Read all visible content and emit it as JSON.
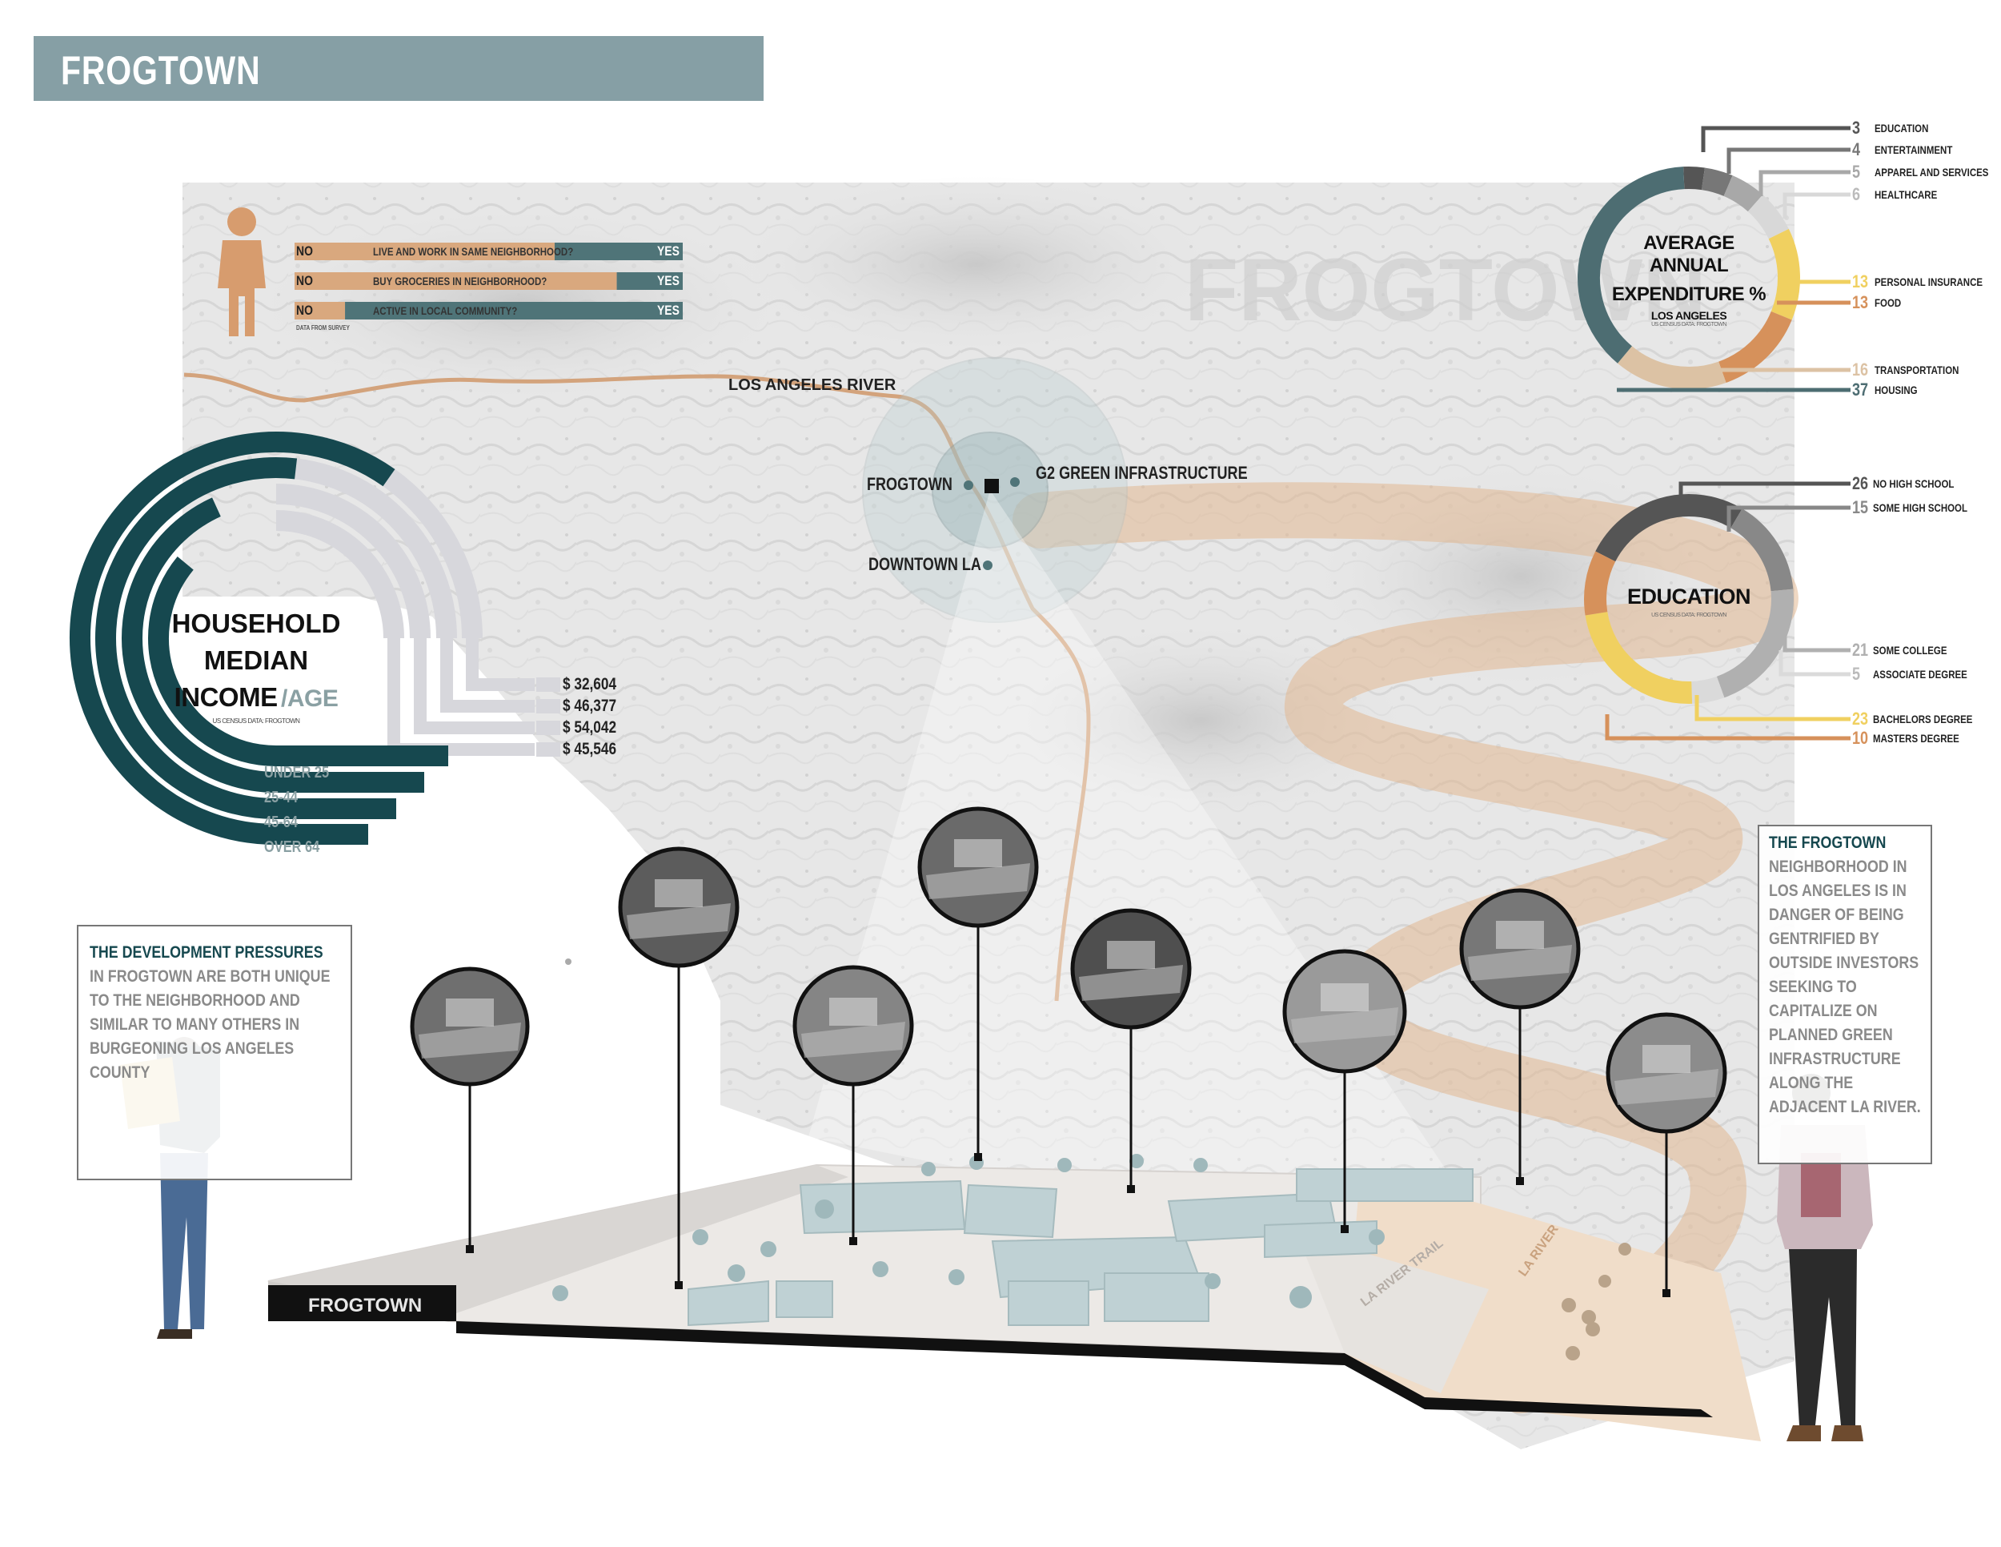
{
  "title": "FROGTOWN",
  "survey": {
    "rows": [
      {
        "no": "NO",
        "question": "LIVE AND WORK IN SAME NEIGHBORHOOD?",
        "yes": "YES",
        "no_fraction": 0.67
      },
      {
        "no": "NO",
        "question": "BUY GROCERIES IN NEIGHBORHOOD?",
        "yes": "YES",
        "no_fraction": 0.83
      },
      {
        "no": "NO",
        "question": "ACTIVE IN LOCAL COMMUNITY?",
        "yes": "YES",
        "no_fraction": 0.13
      }
    ],
    "source": "DATA FROM SURVEY",
    "colors": {
      "no": "#d9a87e",
      "yes": "#4f7478"
    }
  },
  "map": {
    "river_label": "LOS ANGELES RIVER",
    "watermark": "FROGTOWN",
    "points": {
      "frogtown": "FROGTOWN",
      "g2": "G2 GREEN INFRASTRUCTURE",
      "downtown": "DOWNTOWN LA"
    }
  },
  "income": {
    "title_line1": "HOUSEHOLD",
    "title_line2": "MEDIAN",
    "title_line3": "INCOME",
    "title_suffix": "/AGE",
    "source": "US CENSUS DATA: FROGTOWN",
    "ages": [
      "UNDER 25",
      "25-44",
      "45-64",
      "OVER 64"
    ],
    "values": [
      "$ 32,604",
      "$ 46,377",
      "$ 54,042",
      "$ 45,546"
    ],
    "color": "#16484f"
  },
  "expenditure": {
    "title_line1": "AVERAGE ANNUAL",
    "title_line2": "EXPENDITURE %",
    "subtitle": "LOS ANGELES",
    "source": "US CENSUS DATA: FROGTOWN",
    "items": [
      {
        "value": "3",
        "label": "EDUCATION",
        "color": "#555555"
      },
      {
        "value": "4",
        "label": "ENTERTAINMENT",
        "color": "#777777"
      },
      {
        "value": "5",
        "label": "APPAREL AND SERVICES",
        "color": "#a8a8a8"
      },
      {
        "value": "6",
        "label": "HEALTHCARE",
        "color": "#d8d8d8"
      },
      {
        "value": "13",
        "label": "PERSONAL INSURANCE",
        "color": "#f0d060"
      },
      {
        "value": "13",
        "label": "FOOD",
        "color": "#d6915b"
      },
      {
        "value": "16",
        "label": "TRANSPORTATION",
        "color": "#dcc2a4"
      },
      {
        "value": "37",
        "label": "HOUSING",
        "color": "#4d6d72"
      }
    ]
  },
  "education": {
    "title": "EDUCATION",
    "source": "US CENSUS DATA: FROGTOWN",
    "items": [
      {
        "value": "26",
        "label": "NO HIGH SCHOOL",
        "color": "#555555"
      },
      {
        "value": "15",
        "label": "SOME HIGH SCHOOL",
        "color": "#888888"
      },
      {
        "value": "21",
        "label": "SOME COLLEGE",
        "color": "#b0b0b0"
      },
      {
        "value": "5",
        "label": "ASSOCIATE DEGREE",
        "color": "#dadada"
      },
      {
        "value": "23",
        "label": "BACHELORS DEGREE",
        "color": "#f0d060"
      },
      {
        "value": "10",
        "label": "MASTERS DEGREE",
        "color": "#d6915b"
      }
    ]
  },
  "notes": {
    "left_highlight": "THE DEVELOPMENT PRESSURES",
    "left_rest": " IN FROGTOWN ARE BOTH UNIQUE TO THE NEIGHBORHOOD AND SIMILAR TO MANY OTHERS IN BURGEONING LOS ANGELES COUNTY",
    "right_highlight": "THE FROGTOWN",
    "right_rest": " NEIGHBORHOOD IN LOS ANGELES IS IN DANGER OF BEING GENTRIFIED BY OUTSIDE INVESTORS SEEKING TO CAPITALIZE ON PLANNED GREEN INFRASTRUCTURE ALONG THE ADJACENT LA RIVER."
  },
  "site": {
    "label": "FROGTOWN",
    "trail": "LA RIVER TRAIL",
    "river": "LA RIVER"
  }
}
